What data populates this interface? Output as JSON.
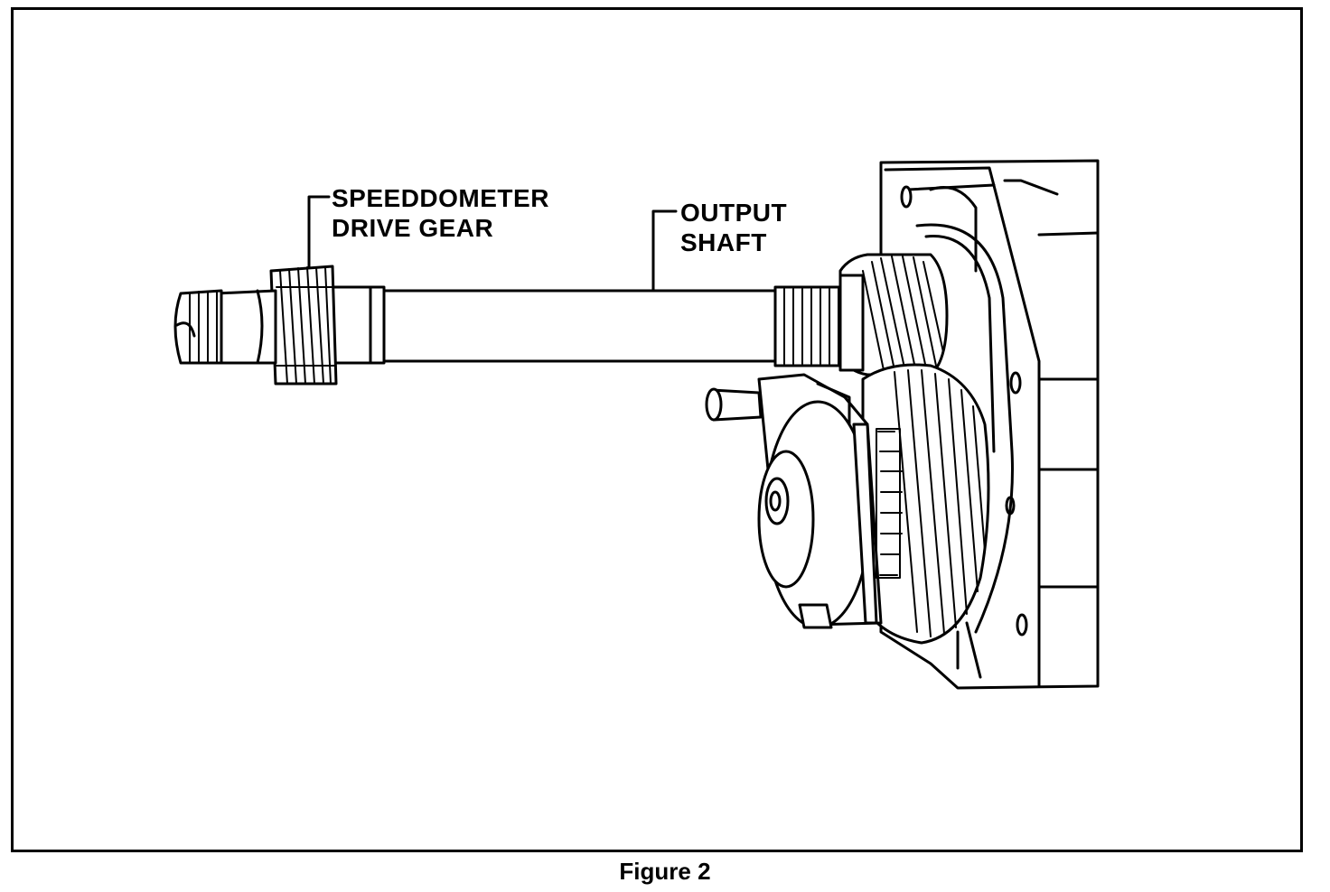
{
  "figure": {
    "caption": "Figure 2"
  },
  "labels": {
    "speedometer_drive_gear": {
      "line1": "SPEEDDOMETER",
      "line2": "DRIVE GEAR"
    },
    "output_shaft": {
      "line1": "OUTPUT",
      "line2": "SHAFT"
    }
  },
  "colors": {
    "ink": "#000000",
    "paper": "#ffffff"
  }
}
